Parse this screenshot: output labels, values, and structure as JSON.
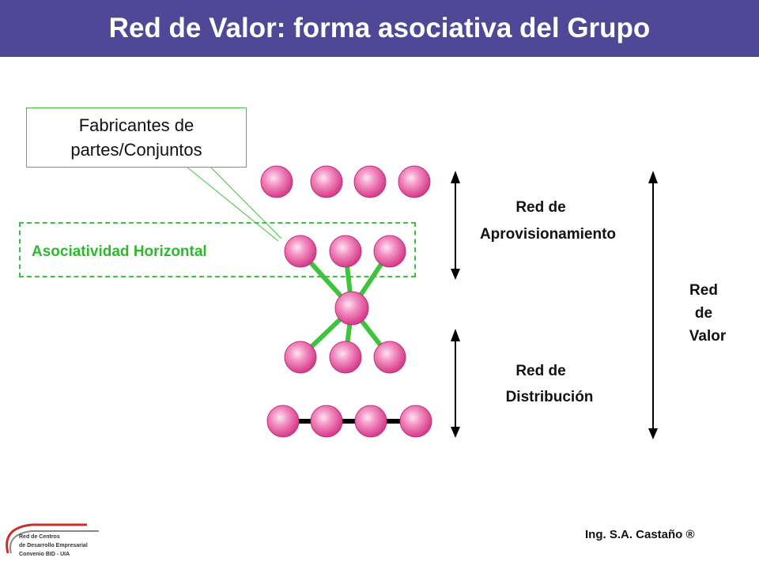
{
  "title": "Red de Valor: forma asociativa del Grupo",
  "callout": {
    "line1": "Fabricantes de",
    "line2": "partes/Conjuntos"
  },
  "horizontal_group": {
    "label": "Asociatividad Horizontal"
  },
  "labels": {
    "aprovisionamiento_line1": "Red de",
    "aprovisionamiento_line2": "Aprovisionamiento",
    "distribucion_line1": "Red de",
    "distribucion_line2": "Distribución",
    "valor_line1": "Red",
    "valor_line2": "de",
    "valor_line3": "Valor"
  },
  "footer": {
    "author": "Ing. S.A. Castaño ®"
  },
  "logo": {
    "line1": "Red de Centros",
    "line2": "de Desarrollo Empresarial",
    "line3": "Convenio BID - UIA"
  },
  "colors": {
    "title_bar": "#4f4897",
    "node_fill": "#e8559e",
    "link": "#3cc43c",
    "accent_text": "#2db82d"
  }
}
